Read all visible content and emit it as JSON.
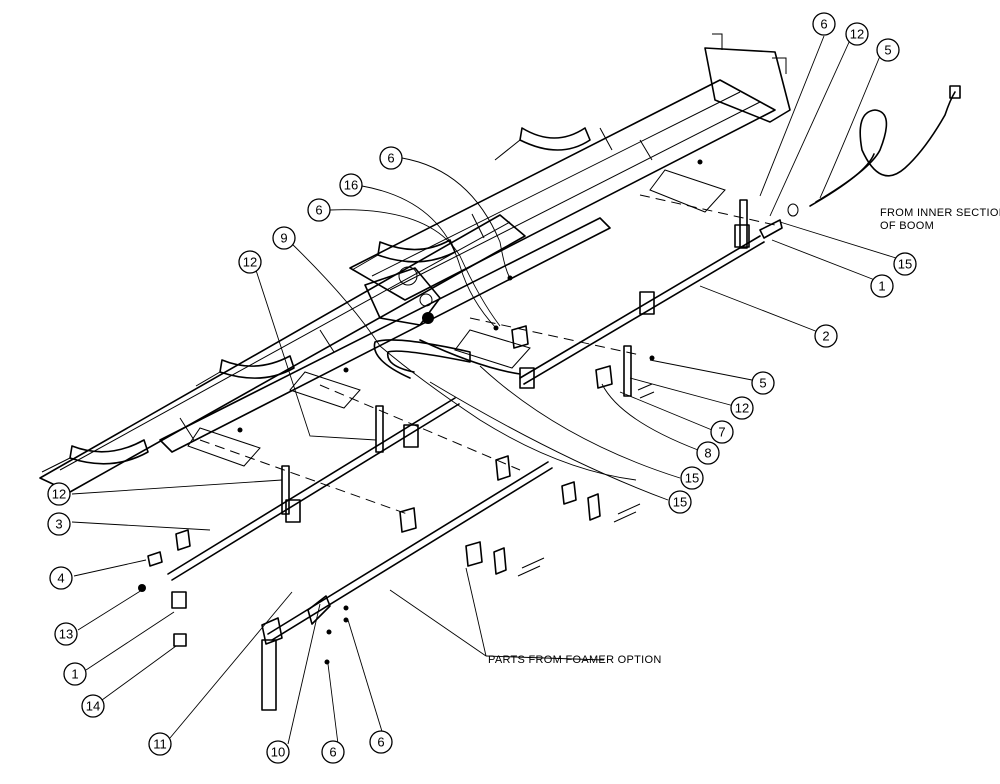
{
  "notes": {
    "inner_section_line1": "FROM INNER SECTION",
    "inner_section_line2": "OF BOOM",
    "foamer": "PARTS FROM FOAMER OPTION"
  },
  "callouts": [
    "6",
    "12",
    "5",
    "6",
    "16",
    "6",
    "9",
    "12",
    "15",
    "1",
    "2",
    "5",
    "12",
    "7",
    "8",
    "15",
    "15",
    "12",
    "3",
    "4",
    "13",
    "1",
    "14",
    "11",
    "10",
    "6",
    "6"
  ]
}
